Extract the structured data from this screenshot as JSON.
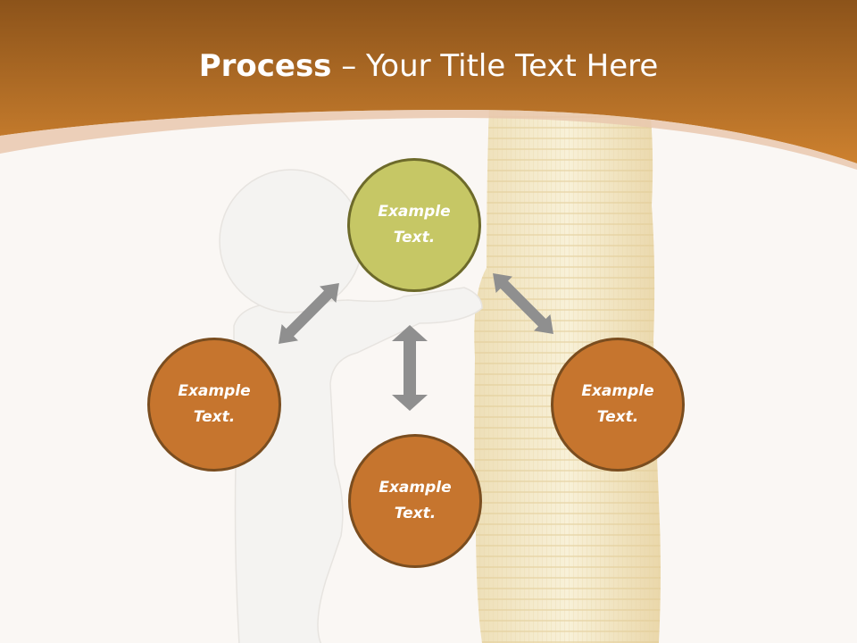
{
  "title": {
    "bold": "Process",
    "rest": " – Your Title Text Here"
  },
  "nodes": {
    "top": "Example\nText.",
    "left": "Example\nText.",
    "right": "Example\nText.",
    "bottom": "Example\nText."
  },
  "colors": {
    "header": "#c77d2c",
    "background": "#faf7f4",
    "node_orange": "#c6752e",
    "node_green": "#c6c765",
    "arrows": "#8f8f8f"
  }
}
